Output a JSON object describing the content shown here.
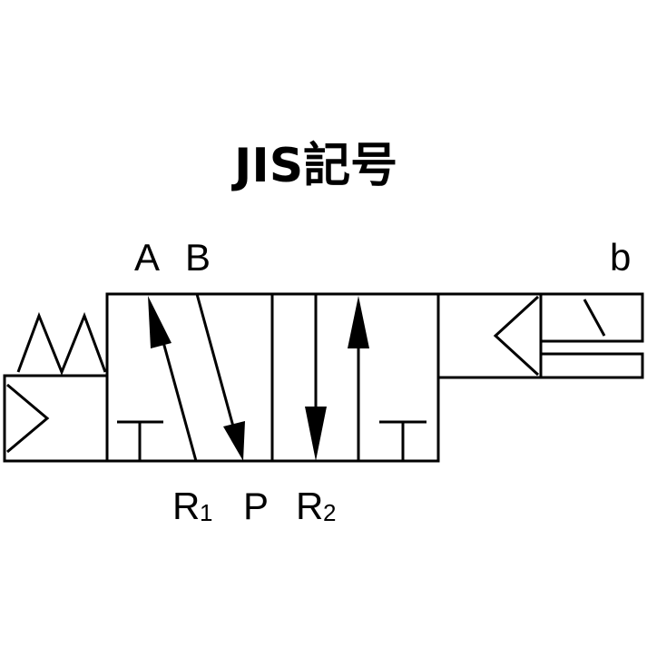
{
  "diagram": {
    "title": "JIS記号",
    "ports": {
      "a": "A",
      "b_port": "B",
      "b_solenoid": "b",
      "r1_main": "R",
      "r1_sub": "1",
      "p": "P",
      "r2_main": "R",
      "r2_sub": "2"
    },
    "symbol_type": "5-port 2-position solenoid valve with spring return",
    "icons": [
      "spring-icon",
      "pilot-triangle-icon",
      "solenoid-icon",
      "flow-arrow-icon",
      "exhaust-block-icon"
    ]
  }
}
